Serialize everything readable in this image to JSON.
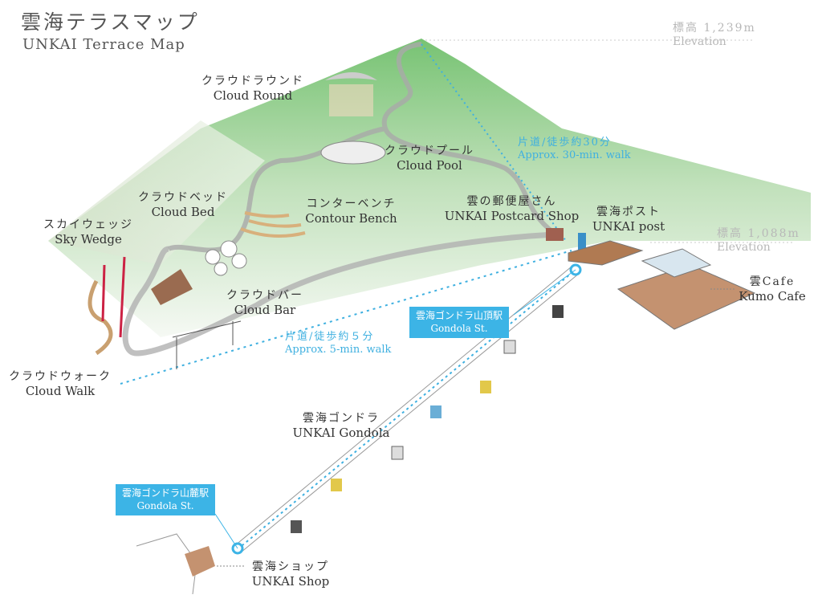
{
  "title": {
    "jp": "雲海テラスマップ",
    "en": "UNKAI Terrace Map"
  },
  "colors": {
    "accent": "#3cb4e6",
    "mountain": "#7cc06a",
    "path": "#a9a9a9",
    "wood": "#b07a52"
  },
  "elevations": [
    {
      "jp": "標高 1,239m",
      "en": "Elevation"
    },
    {
      "jp": "標高 1,088m",
      "en": "Elevation"
    }
  ],
  "places": {
    "cloud_round": {
      "jp": "クラウドラウンド",
      "en": "Cloud Round"
    },
    "cloud_pool": {
      "jp": "クラウドプール",
      "en": "Cloud Pool"
    },
    "cloud_bed": {
      "jp": "クラウドベッド",
      "en": "Cloud Bed"
    },
    "contour_bench": {
      "jp": "コンターベンチ",
      "en": "Contour Bench"
    },
    "sky_wedge": {
      "jp": "スカイウェッジ",
      "en": "Sky Wedge"
    },
    "postcard_shop": {
      "jp": "雲の郵便屋さん",
      "en": "UNKAI Postcard Shop"
    },
    "unkai_post": {
      "jp": "雲海ポスト",
      "en": "UNKAI post"
    },
    "kumo_cafe": {
      "jp": "雲Cafe",
      "en": "Kumo Cafe"
    },
    "cloud_bar": {
      "jp": "クラウドバー",
      "en": "Cloud Bar"
    },
    "cloud_walk": {
      "jp": "クラウドウォーク",
      "en": "Cloud Walk"
    },
    "gondola": {
      "jp": "雲海ゴンドラ",
      "en": "UNKAI Gondola"
    },
    "shop": {
      "jp": "雲海ショップ",
      "en": "UNKAI Shop"
    }
  },
  "walks": [
    {
      "jp": "片道/徒歩約30分",
      "en": "Approx. 30-min. walk"
    },
    {
      "jp": "片道/徒歩約５分",
      "en": "Approx. 5-min. walk"
    }
  ],
  "stations": {
    "top": {
      "jp": "雲海ゴンドラ山頂駅",
      "en": "Gondola St."
    },
    "bottom": {
      "jp": "雲海ゴンドラ山麓駅",
      "en": "Gondola St."
    }
  }
}
